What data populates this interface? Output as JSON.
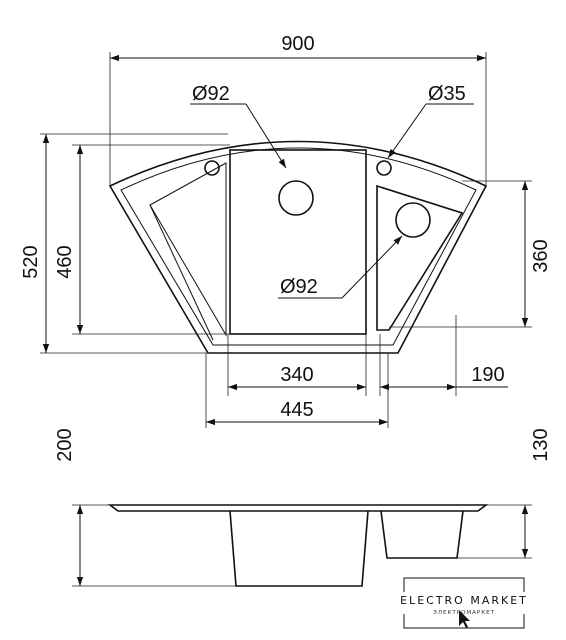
{
  "dimensions": {
    "width_total": "900",
    "drain_left": "Ø92",
    "drain_right": "Ø92",
    "mixer_hole": "Ø35",
    "depth_total": "520",
    "depth_bowl": "460",
    "depth_small_bowl": "360",
    "width_main_bowl": "340",
    "width_small_bowl": "190",
    "width_bowls_total": "445",
    "height_total": "200",
    "height_small_bowl": "130"
  },
  "logo": {
    "brand": "ELECTRO MARKET",
    "tagline": "ЭЛЕКТРОМАРКЕТ"
  }
}
